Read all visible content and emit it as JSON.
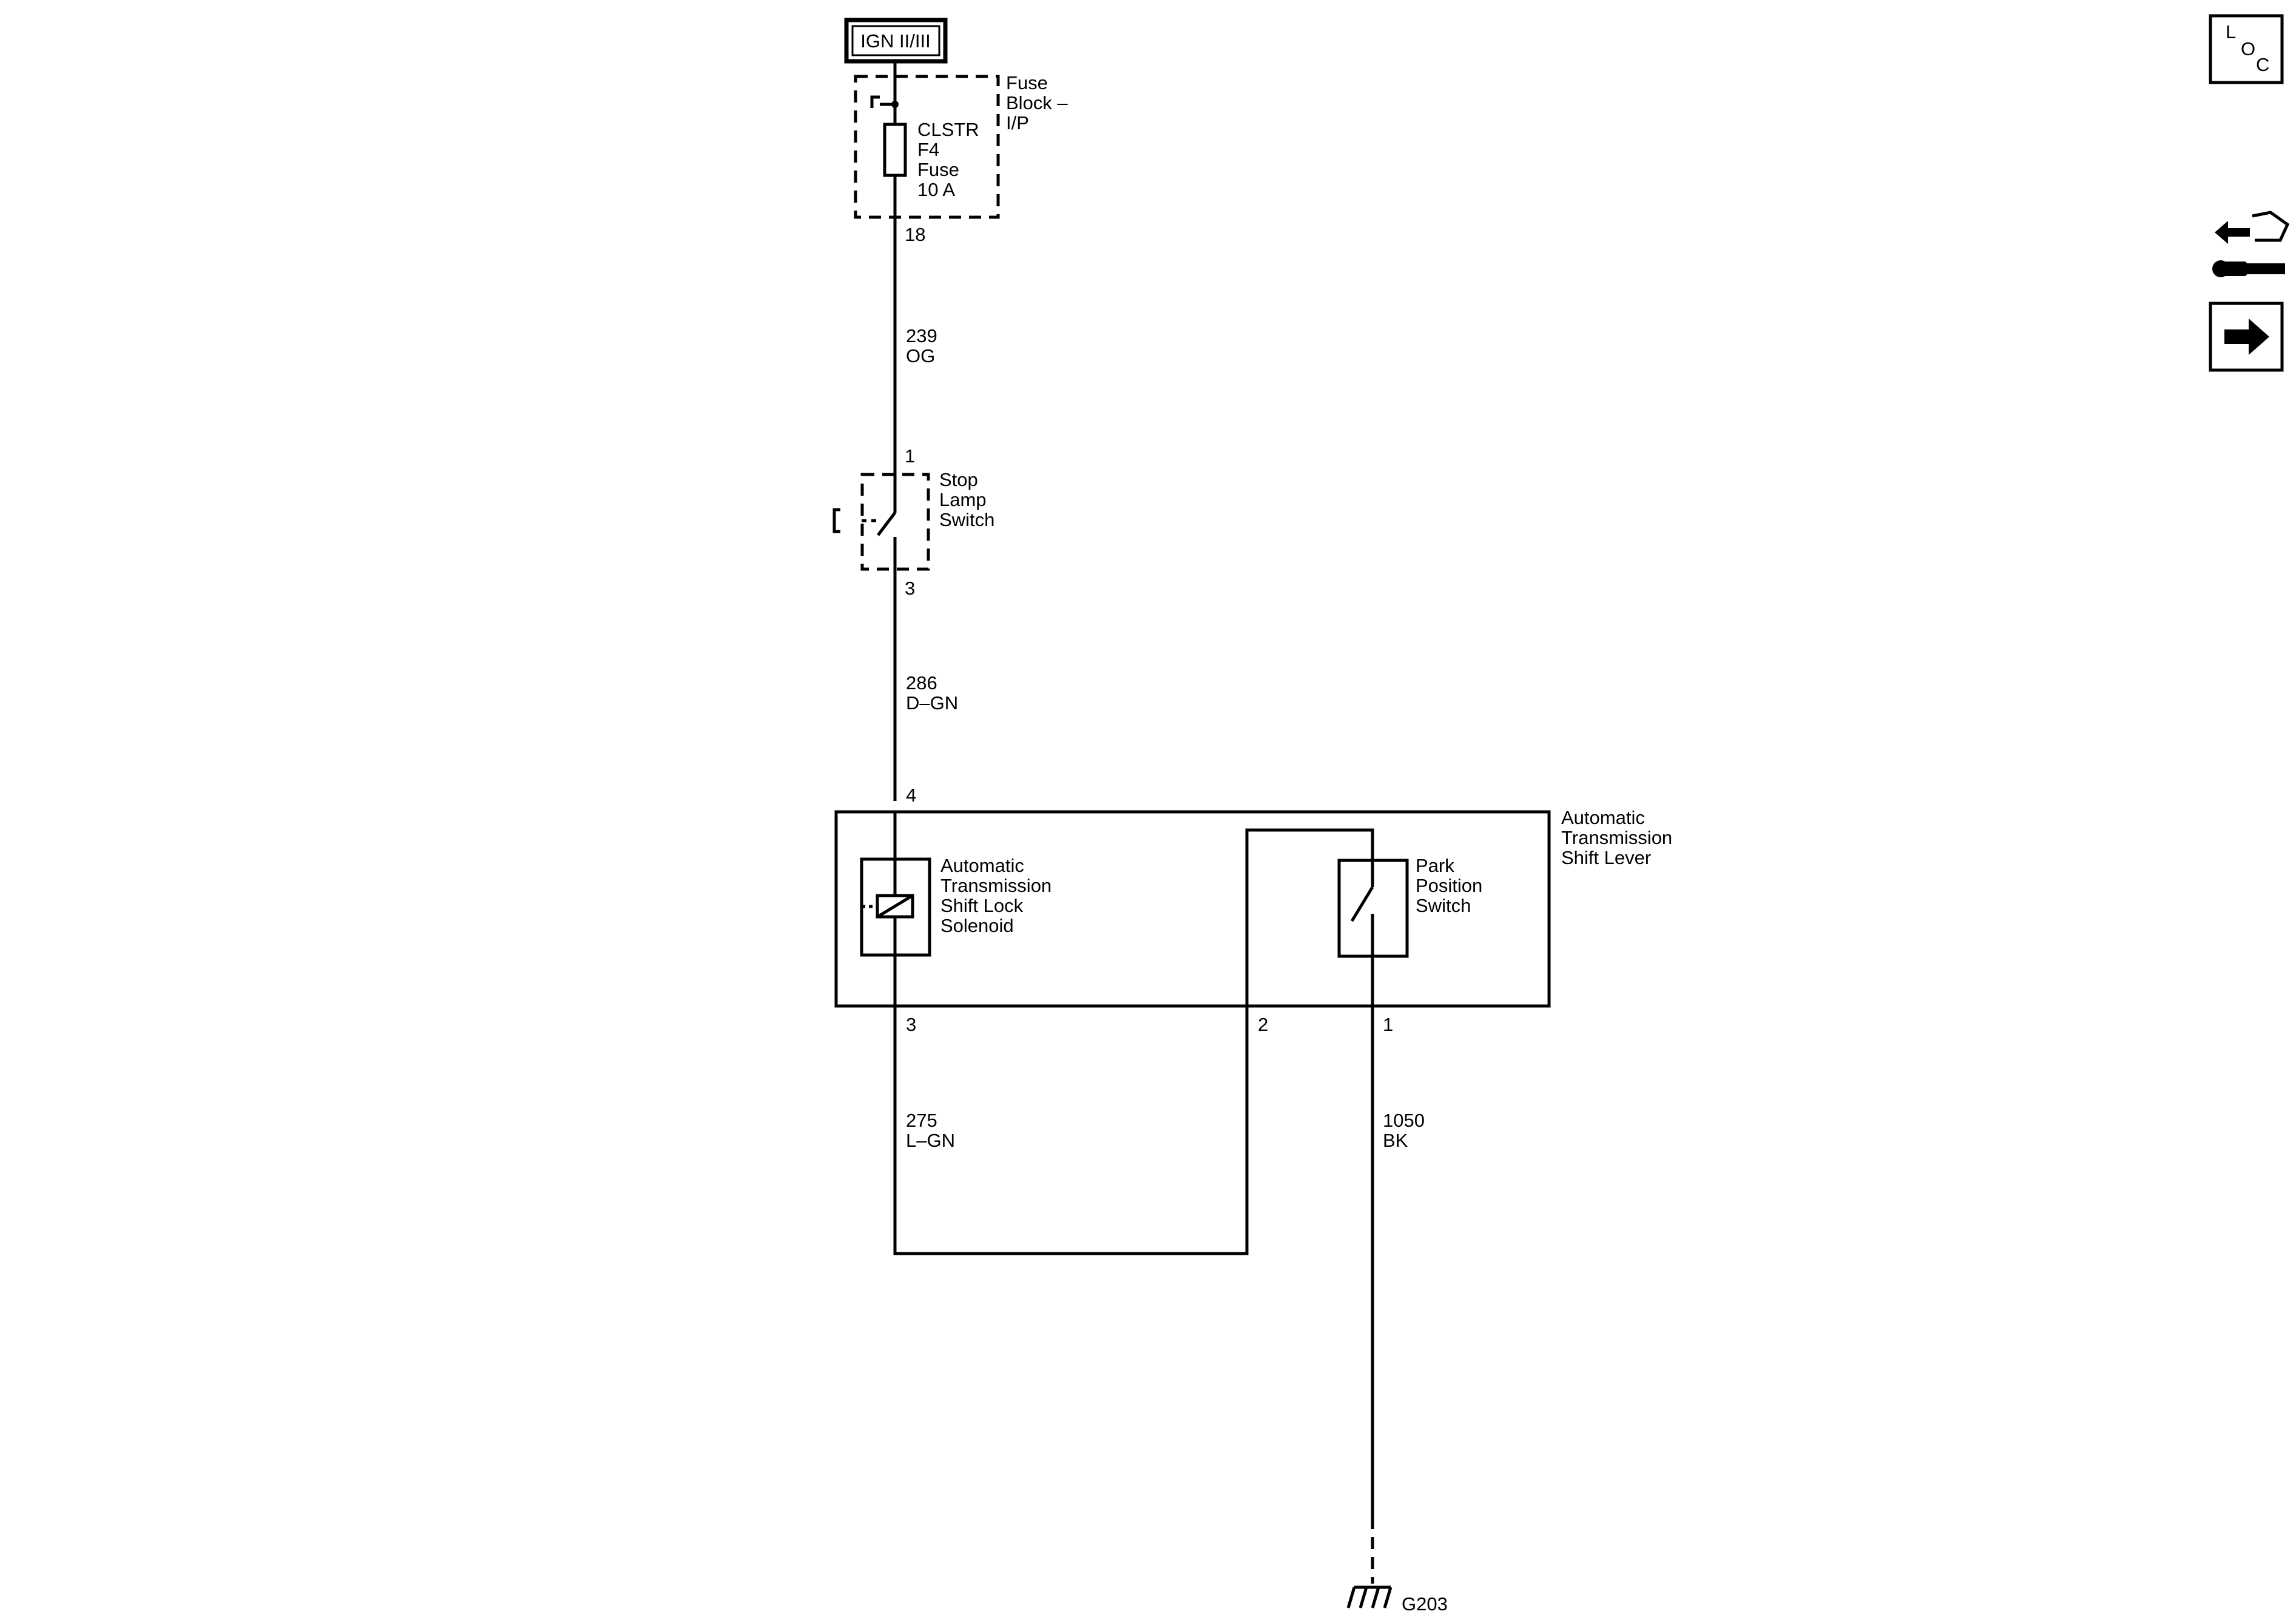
{
  "power_source": {
    "label": "IGN II/III"
  },
  "fuse_block": {
    "name_lines": [
      "Fuse",
      "Block –",
      "I/P"
    ],
    "fuse_lines": [
      "CLSTR",
      "F4",
      "Fuse",
      "10 A"
    ],
    "pin": "18"
  },
  "wire_239": {
    "circuit": "239",
    "color": "OG"
  },
  "stop_lamp_switch": {
    "lines": [
      "Stop",
      "Lamp",
      "Switch"
    ],
    "pin_in": "1",
    "pin_out": "3"
  },
  "wire_286": {
    "circuit": "286",
    "color": "D–GN"
  },
  "shift_lever": {
    "name_lines": [
      "Automatic",
      "Transmission",
      "Shift Lever"
    ],
    "pin_4": "4",
    "pin_3": "3",
    "pin_2": "2",
    "pin_1": "1"
  },
  "solenoid": {
    "lines": [
      "Automatic",
      "Transmission",
      "Shift Lock",
      "Solenoid"
    ]
  },
  "park_switch": {
    "lines": [
      "Park",
      "Position",
      "Switch"
    ]
  },
  "wire_275": {
    "circuit": "275",
    "color": "L–GN"
  },
  "wire_1050": {
    "circuit": "1050",
    "color": "BK"
  },
  "ground": {
    "label": "G203"
  },
  "nav": {
    "loc_letters": [
      "L",
      "O",
      "C"
    ],
    "icons": [
      "loc-icon",
      "connector-service-icon",
      "next-arrow-icon"
    ]
  }
}
